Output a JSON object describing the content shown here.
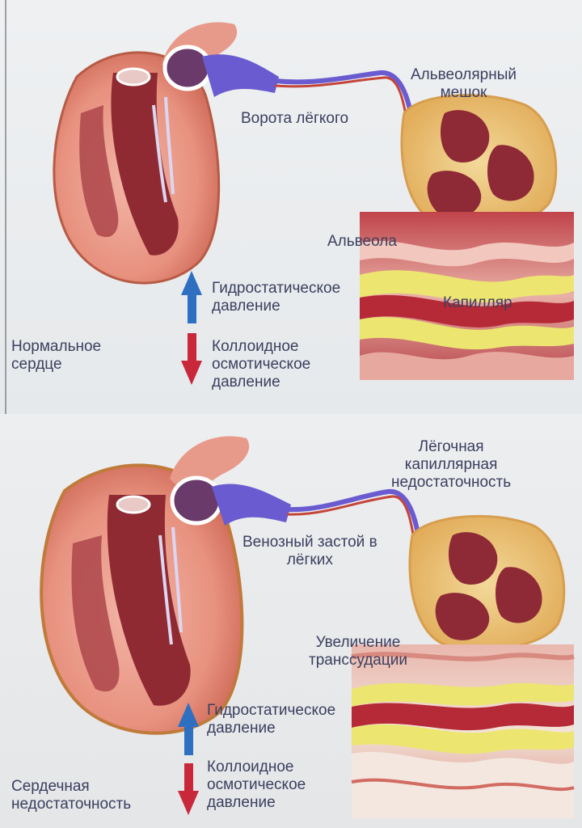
{
  "normal": {
    "hilum_label": "Ворота лёгкого",
    "alveolar_sac_label": "Альвеолярный\nмешок",
    "alveolus_label": "Альвеола",
    "capillary_label": "Капилляр",
    "hydrostatic_label": "Гидростатическое\nдавление",
    "colloid_label": "Коллоидное\nосмотическое\nдавление",
    "condition_label": "Нормальное\nсердце"
  },
  "failure": {
    "pulmonary_failure_label": "Лёгочная\nкапиллярная\nнедостаточность",
    "venous_congestion_label": "Венозный застой в\nлёгких",
    "transudation_label": "Увеличение\nтранссудации",
    "hydrostatic_label": "Гидростатическое\nдавление",
    "colloid_label": "Коллоидное\nосмотическое\nдавление",
    "condition_label": "Сердечная\nнедостаточность"
  },
  "colors": {
    "up_arrow": "#2f6fc2",
    "down_arrow": "#c8283a",
    "heart_outer": "#e8917f",
    "myocardium": "#8f2a32",
    "vessel_blue": "#6b5bd0",
    "vessel_red": "#c4453a",
    "alveolus_wall": "#ecc276",
    "capillary_yellow": "#ece570"
  }
}
